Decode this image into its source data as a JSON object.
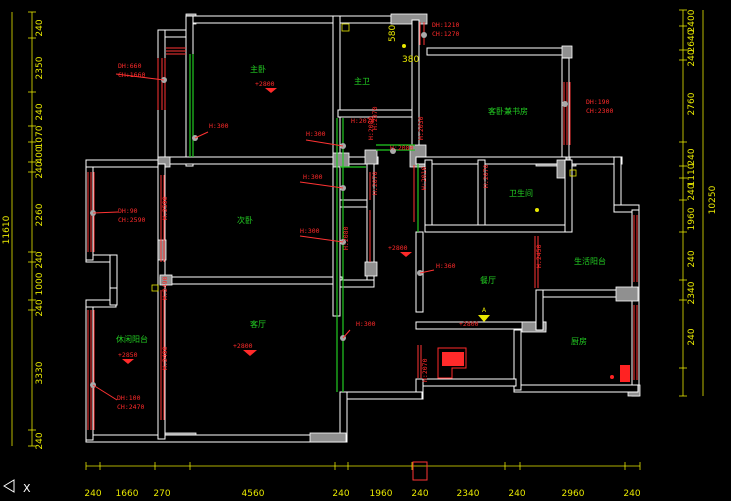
{
  "rooms": {
    "master_bedroom": "主卧",
    "master_bath": "主卫",
    "guest_room": "客卧兼书房",
    "second_bedroom": "次卧",
    "leisure_balcony": "休闲阳台",
    "living_room": "客厅",
    "guest_bath": "卫生间",
    "dining_room": "餐厅",
    "service_balcony": "生活阳台",
    "kitchen": "厨房"
  },
  "window_labels": [
    {
      "dh": "DH:660",
      "ch": "CH:1660"
    },
    {
      "dh": "DH:1210",
      "ch": "CH:1270"
    },
    {
      "dh": "DH:190",
      "ch": "CH:2300"
    },
    {
      "dh": "DH:90",
      "ch": "CH:2590"
    },
    {
      "dh": "DH:100",
      "ch": "CH:2470"
    }
  ],
  "door_heights": [
    "H:300",
    "H:2070",
    "H:2080",
    "H:2030",
    "H:2080",
    "H:2070",
    "H:300",
    "H:2010",
    "H:2070",
    "H:2590",
    "H:300",
    "H:2490",
    "H:2080",
    "H:2070",
    "H:300",
    "H:2450",
    "H:360",
    "H:2070",
    "H:2490",
    "H:300"
  ],
  "level_marks": [
    "+2800",
    "+2800",
    "+2800",
    "+2800",
    "+2850"
  ],
  "small_marks": {
    "m580": "580",
    "m380": "380",
    "step": "A"
  },
  "left_dims": [
    "240",
    "2350",
    "240",
    "1070",
    "400",
    "240",
    "2260",
    "240",
    "1000",
    "240",
    "3330",
    "240"
  ],
  "left_total": "11610",
  "right_dims": [
    "2400",
    "2640",
    "240",
    "2760",
    "240",
    "1110",
    "240",
    "1960",
    "240",
    "2340",
    "240"
  ],
  "right_total": "10250",
  "bottom_dims": [
    "240",
    "1660",
    "270",
    "4560",
    "240",
    "1960",
    "240",
    "2340",
    "240",
    "2960",
    "240"
  ],
  "status": {
    "axis_x": "X"
  }
}
